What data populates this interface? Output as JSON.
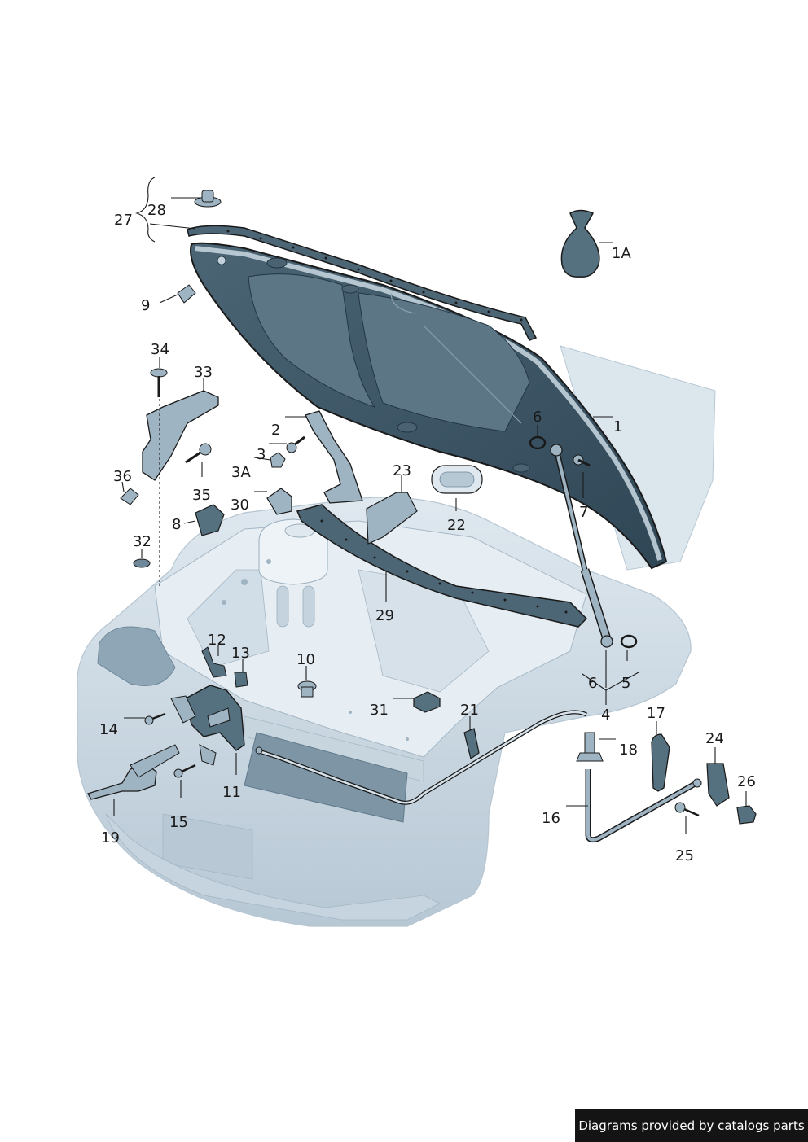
{
  "colors": {
    "body_fill": "#cfdbe4",
    "body_shade": "#a9bccb",
    "hood_fill": "#3f5868",
    "hood_outer": "#c2d1dc",
    "line": "#1a1a1a",
    "part_dark": "#55707f",
    "part_light": "#9fb4c2",
    "credit_bg": "#141414",
    "credit_text": "#ffffff"
  },
  "icons": [
    "hood-panel-icon",
    "car-body-icon",
    "gas-strut-icon",
    "hinge-icon",
    "latch-icon",
    "cable-icon",
    "bolt-icon",
    "seal-strip-icon",
    "bag-icon"
  ],
  "labels": [
    {
      "id": "28",
      "text": "28"
    },
    {
      "id": "27",
      "text": "27"
    },
    {
      "id": "1A",
      "text": "1A"
    },
    {
      "id": "9",
      "text": "9"
    },
    {
      "id": "34",
      "text": "34"
    },
    {
      "id": "33",
      "text": "33"
    },
    {
      "id": "2",
      "text": "2"
    },
    {
      "id": "3",
      "text": "3"
    },
    {
      "id": "3A",
      "text": "3A"
    },
    {
      "id": "36",
      "text": "36"
    },
    {
      "id": "35",
      "text": "35"
    },
    {
      "id": "30",
      "text": "30"
    },
    {
      "id": "8",
      "text": "8"
    },
    {
      "id": "23",
      "text": "23"
    },
    {
      "id": "22",
      "text": "22"
    },
    {
      "id": "6a",
      "text": "6"
    },
    {
      "id": "1",
      "text": "1"
    },
    {
      "id": "7",
      "text": "7"
    },
    {
      "id": "32",
      "text": "32"
    },
    {
      "id": "29",
      "text": "29"
    },
    {
      "id": "12",
      "text": "12"
    },
    {
      "id": "13",
      "text": "13"
    },
    {
      "id": "10",
      "text": "10"
    },
    {
      "id": "6b",
      "text": "6"
    },
    {
      "id": "5",
      "text": "5"
    },
    {
      "id": "4",
      "text": "4"
    },
    {
      "id": "31",
      "text": "31"
    },
    {
      "id": "21",
      "text": "21"
    },
    {
      "id": "14",
      "text": "14"
    },
    {
      "id": "17",
      "text": "17"
    },
    {
      "id": "18",
      "text": "18"
    },
    {
      "id": "24",
      "text": "24"
    },
    {
      "id": "26",
      "text": "26"
    },
    {
      "id": "11",
      "text": "11"
    },
    {
      "id": "19",
      "text": "19"
    },
    {
      "id": "15",
      "text": "15"
    },
    {
      "id": "16",
      "text": "16"
    },
    {
      "id": "25",
      "text": "25"
    }
  ],
  "footer": {
    "credit": "Diagrams provided by catalogs parts"
  }
}
